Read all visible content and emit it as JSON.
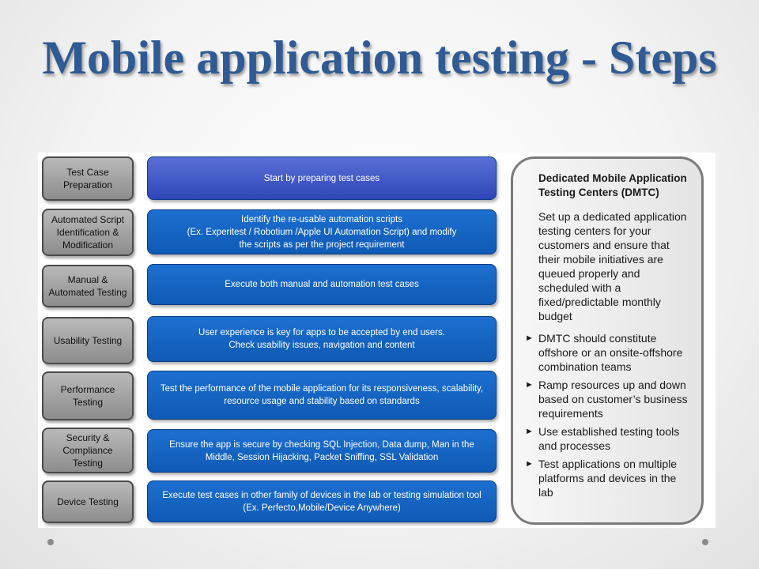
{
  "title": "Mobile application testing - Steps",
  "steps": [
    {
      "label": "Test Case Preparation",
      "description": [
        "Start by preparing  test cases"
      ]
    },
    {
      "label": "Automated Script Identification & Modification",
      "description": [
        "Identify  the re-usable  automation scripts",
        "(Ex. Experitest / Robotium /Apple UI Automation Script) and modify",
        "the scripts as per the project requirement"
      ]
    },
    {
      "label": "Manual & Automated Testing",
      "description": [
        "Execute both manual and automation test cases"
      ]
    },
    {
      "label": "Usability Testing",
      "description": [
        "User experience  is key for apps to be accepted by end users.",
        "Check usability issues, navigation and content"
      ]
    },
    {
      "label": "Performance Testing",
      "description": [
        "Test the performance  of the mobile application  for its responsiveness,  scalability,",
        "resource usage and stability based on standards"
      ]
    },
    {
      "label": "Security & Compliance Testing",
      "description": [
        "Ensure  the app is secure by checking SQL Injection, Data dump, Man in the",
        "Middle, Session  Hijacking, Packet Sniffing, SSL Validation"
      ]
    },
    {
      "label": "Device Testing",
      "description": [
        "Execute test cases in other family of devices  in the lab or testing simulation tool",
        "(Ex. Perfecto,Mobile/Device  Anywhere)"
      ]
    }
  ],
  "dmtc": {
    "title": "Dedicated Mobile Application Testing Centers (DMTC)",
    "intro": "Set up a dedicated application testing centers for your customers and ensure that their mobile initiatives are queued properly and scheduled with a fixed/predictable monthly budget",
    "bullets": [
      "DMTC should constitute offshore or an onsite-offshore combination teams",
      "Ramp resources up and down based on customer’s business requirements",
      "Use established testing tools and processes",
      "Test applications on multiple platforms and devices in the lab"
    ]
  },
  "icons": {
    "bullet": "triangle-right-icon",
    "nav": "nav-dot-icon"
  }
}
